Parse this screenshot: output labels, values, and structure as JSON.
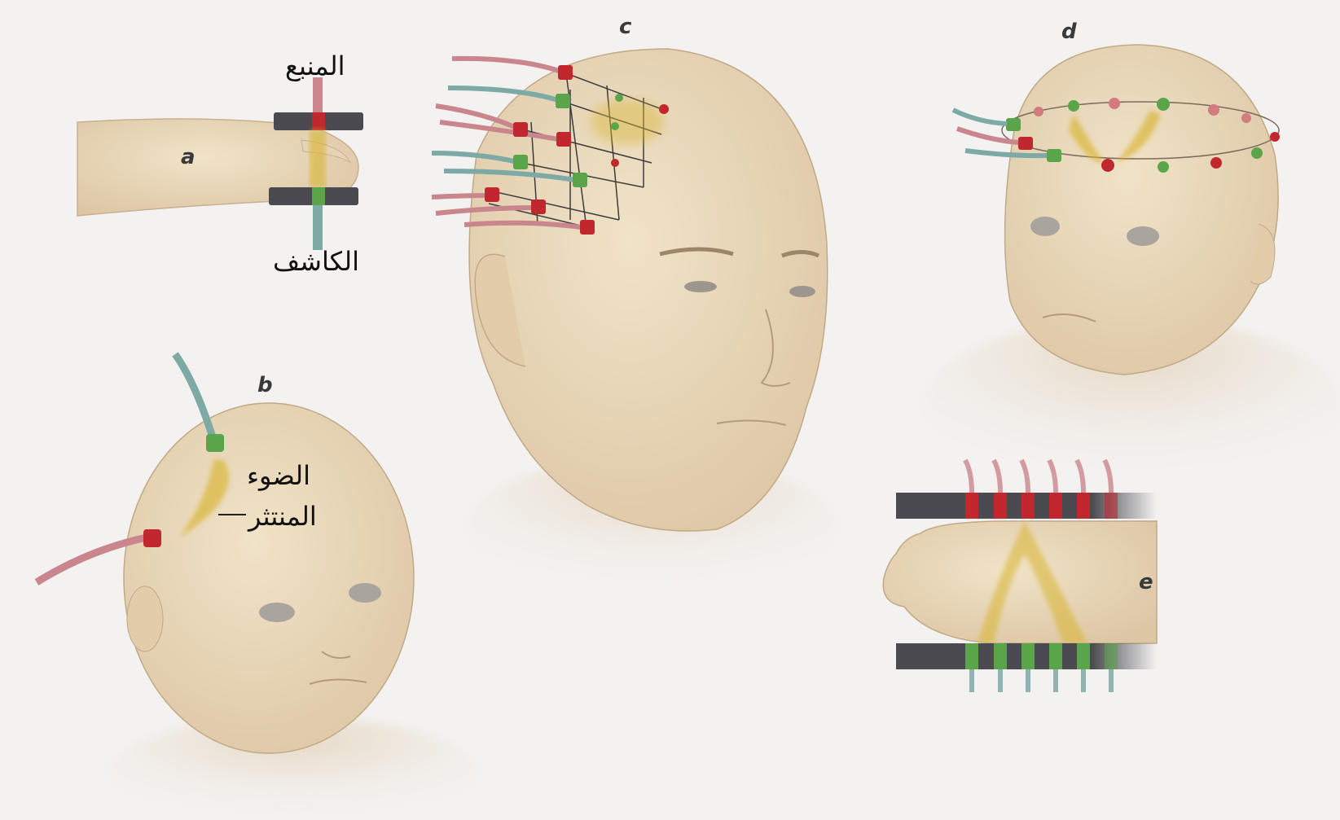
{
  "figure": {
    "panels": {
      "a": "a",
      "b": "b",
      "c": "c",
      "d": "d",
      "e": "e"
    },
    "labels": {
      "source": "المنبع",
      "detector": "الكاشف",
      "scattered_light_line1": "الضوء",
      "scattered_light_line2": "المنتثر"
    }
  },
  "colors": {
    "background": "#f4f2f1",
    "skin": "#ecdcc0",
    "skin_shadow": "#d9c3a2",
    "source_red": "#c0282e",
    "detector_green": "#5aa54a",
    "fiber_pink": "#c9868d",
    "fiber_teal": "#7eaaa6",
    "scatter_yellow": "#d9b73a",
    "plate_grey": "#4a4a50"
  }
}
